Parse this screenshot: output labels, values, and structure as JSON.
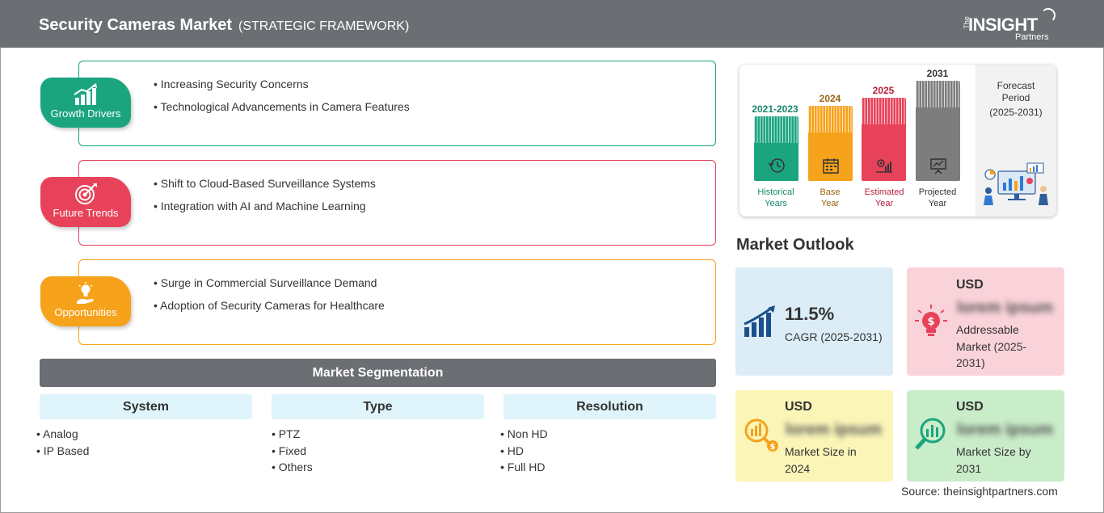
{
  "header": {
    "title": "Security Cameras Market",
    "subtitle": "(STRATEGIC FRAMEWORK)",
    "logo": {
      "the": "The",
      "insight": "INSIGHT",
      "partners": "Partners"
    }
  },
  "framework": [
    {
      "label": "Growth Drivers",
      "color": "#1aa57f",
      "icon": "bar-growth-icon",
      "points": [
        "Increasing Security Concerns",
        "Technological Advancements in Camera Features"
      ]
    },
    {
      "label": "Future Trends",
      "color": "#e8425a",
      "icon": "target-icon",
      "points": [
        "Shift to Cloud-Based Surveillance Systems",
        "Integration with AI and Machine Learning"
      ]
    },
    {
      "label": "Opportunities",
      "color": "#f7a21b",
      "icon": "lightbulb-hand-icon",
      "points": [
        "Surge in Commercial Surveillance Demand",
        "Adoption of Security Cameras for Healthcare"
      ]
    }
  ],
  "segmentation": {
    "title": "Market Segmentation",
    "columns": [
      {
        "header": "System",
        "items": [
          "Analog",
          "IP Based"
        ]
      },
      {
        "header": "Type",
        "items": [
          "PTZ",
          "Fixed",
          "Others"
        ]
      },
      {
        "header": "Resolution",
        "items": [
          "Non HD",
          "HD",
          "Full HD"
        ]
      }
    ]
  },
  "timeline": {
    "bars": [
      {
        "year": "2021-2023",
        "label_line1": "Historical",
        "label_line2": "Years",
        "color": "#1aa57f",
        "text_color": "#17876a",
        "icon": "history-icon"
      },
      {
        "year": "2024",
        "label_line1": "Base",
        "label_line2": "Year",
        "color": "#f7a21b",
        "text_color": "#9a6312",
        "icon": "calendar-icon"
      },
      {
        "year": "2025",
        "label_line1": "Estimated",
        "label_line2": "Year",
        "color": "#e8425a",
        "text_color": "#b8203a",
        "icon": "gear-chart-icon"
      },
      {
        "year": "2031",
        "label_line1": "Projected",
        "label_line2": "Year",
        "color": "#7d7d7d",
        "text_color": "#333333",
        "icon": "presentation-icon"
      }
    ],
    "forecast_title_line1": "Forecast",
    "forecast_title_line2": "Period",
    "forecast_range": "(2025-2031)"
  },
  "market_outlook": {
    "title": "Market Outlook",
    "cagr": {
      "value": "11.5%",
      "label": "CAGR (2025-2031)",
      "bg": "#dcedf7",
      "icon": "growth-chart-icon"
    },
    "addressable": {
      "currency": "USD",
      "value": "lorem ipsum",
      "label_line1": "Addressable",
      "label_line2": "Market (2025-",
      "label_line3": "2031)",
      "bg": "#f9d3d9",
      "icon": "dollar-bulb-icon"
    },
    "size_2024": {
      "currency": "USD",
      "value": "lorem ipsum",
      "label_line1": "Market Size in",
      "label_line2": "2024",
      "bg": "#fbf5b8",
      "icon": "money-magnifier-icon"
    },
    "size_2031": {
      "currency": "USD",
      "value": "lorem ipsum",
      "label_line1": "Market Size by",
      "label_line2": "2031",
      "bg": "#c9ecc9",
      "icon": "chart-magnifier-icon"
    }
  },
  "source": "Source: theinsightpartners.com"
}
